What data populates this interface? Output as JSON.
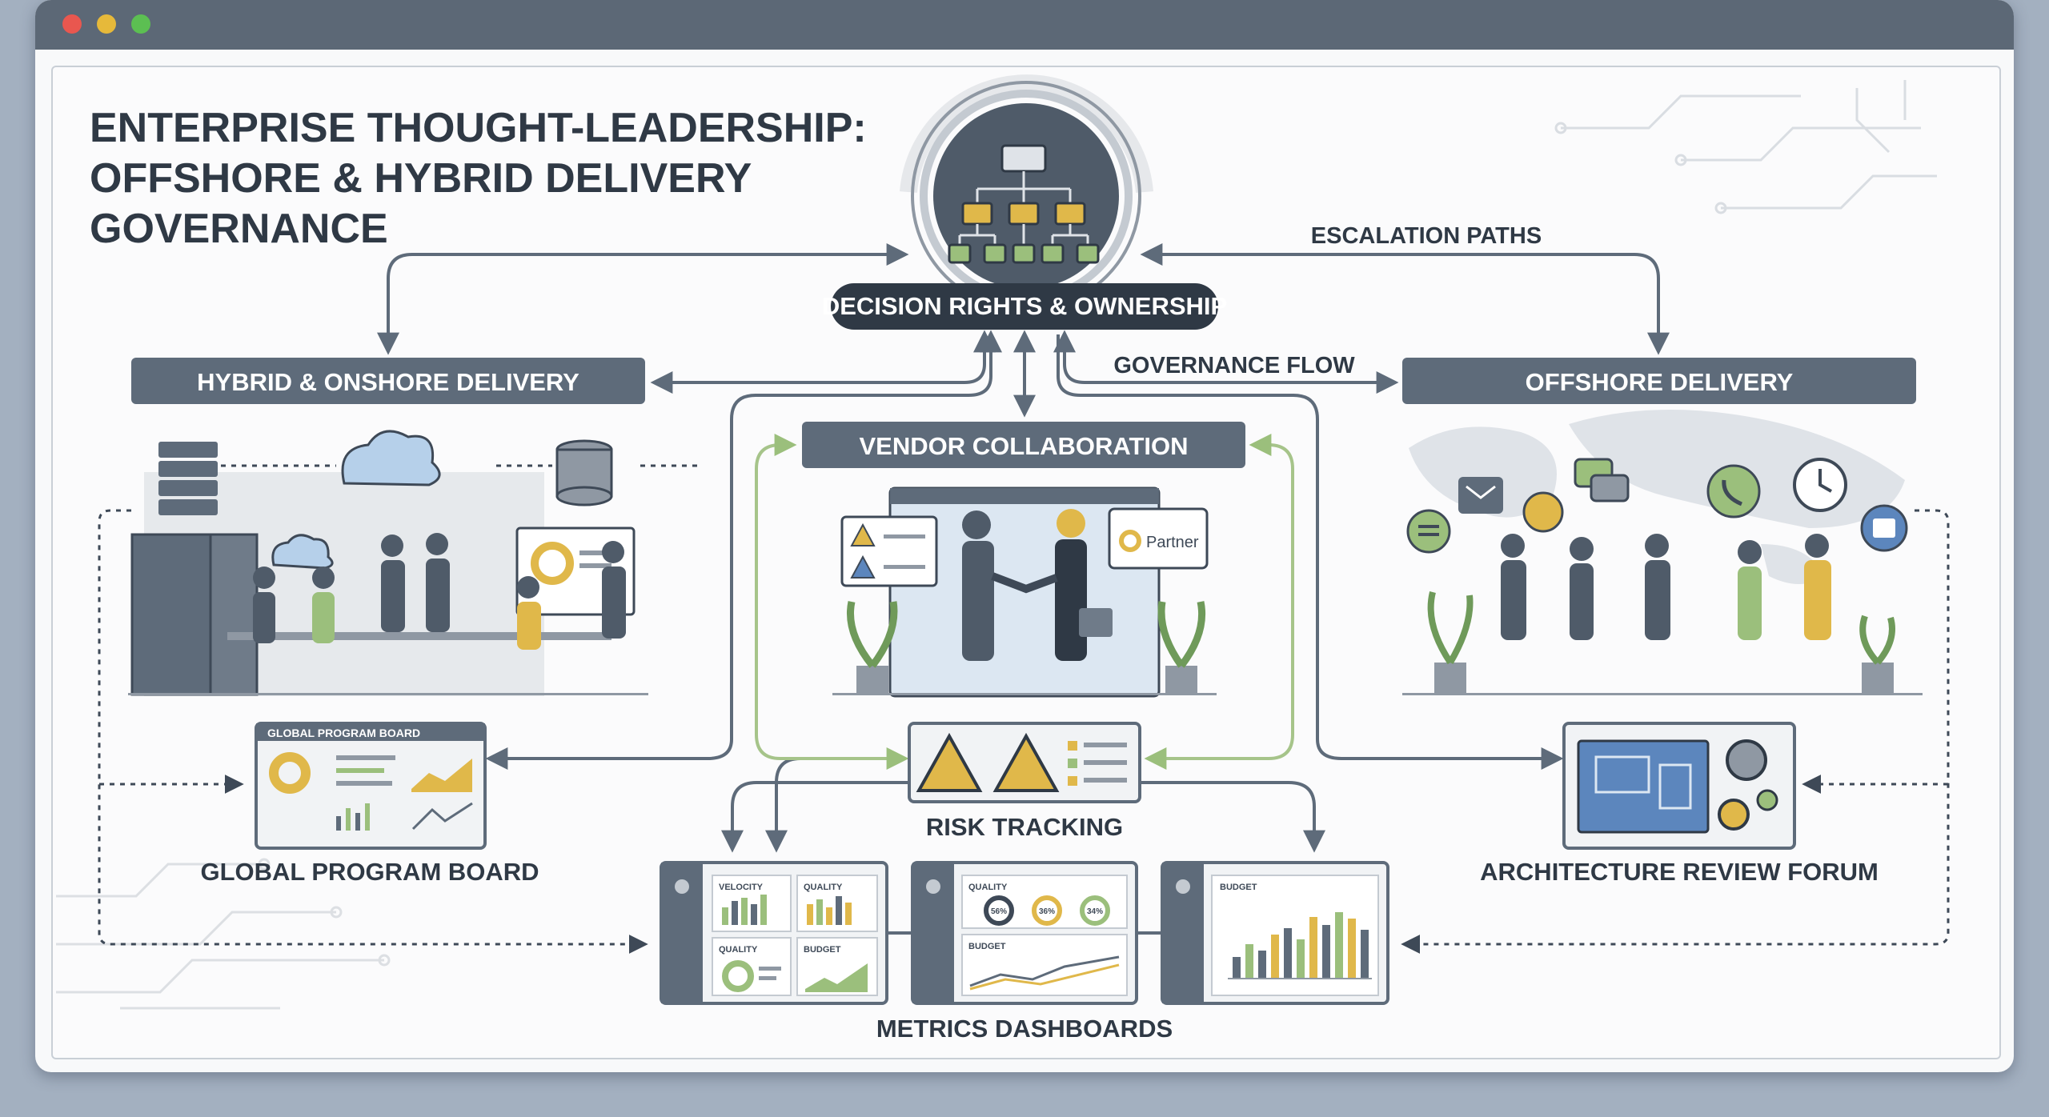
{
  "window": {
    "title": "ENTERPRISE THOUGHT-LEADERSHIP:\nOFFSHORE & HYBRID DELIVERY\nGOVERNANCE",
    "title_lines": [
      "ENTERPRISE THOUGHT-LEADERSHIP:",
      "OFFSHORE & HYBRID DELIVERY",
      "GOVERNANCE"
    ]
  },
  "hub": {
    "label": "DECISION RIGHTS & OWNERSHIP"
  },
  "edges": {
    "escalation_label": "ESCALATION PATHS",
    "governance_label": "GOVERNANCE FLOW"
  },
  "sections": {
    "hybrid": "HYBRID & ONSHORE DELIVERY",
    "offshore": "OFFSHORE DELIVERY",
    "vendor": "VENDOR COLLABORATION",
    "partner_badge": "Partner"
  },
  "nodes": {
    "global_board": "GLOBAL PROGRAM BOARD",
    "global_board_header": "GLOBAL PROGRAM BOARD",
    "risk": "RISK TRACKING",
    "architecture": "ARCHITECTURE REVIEW FORUM",
    "metrics": "METRICS DASHBOARDS"
  },
  "dashboards": {
    "d1": {
      "velocity": "VELOCITY",
      "quality": "QUALITY",
      "quality2": "QUALITY",
      "budget": "BUDGET"
    },
    "d2": {
      "quality": "QUALITY",
      "budget": "BUDGET",
      "g1": "56%",
      "g2": "36%",
      "g3": "34%"
    },
    "d3": {
      "budget": "BUDGET"
    }
  },
  "colors": {
    "dark": "#4f5b69",
    "slate": "#5e6b7a",
    "accent_yellow": "#e0b84a",
    "accent_green": "#9bbf7c",
    "green_arrow": "#a6c48a",
    "blue": "#5c86bd"
  }
}
